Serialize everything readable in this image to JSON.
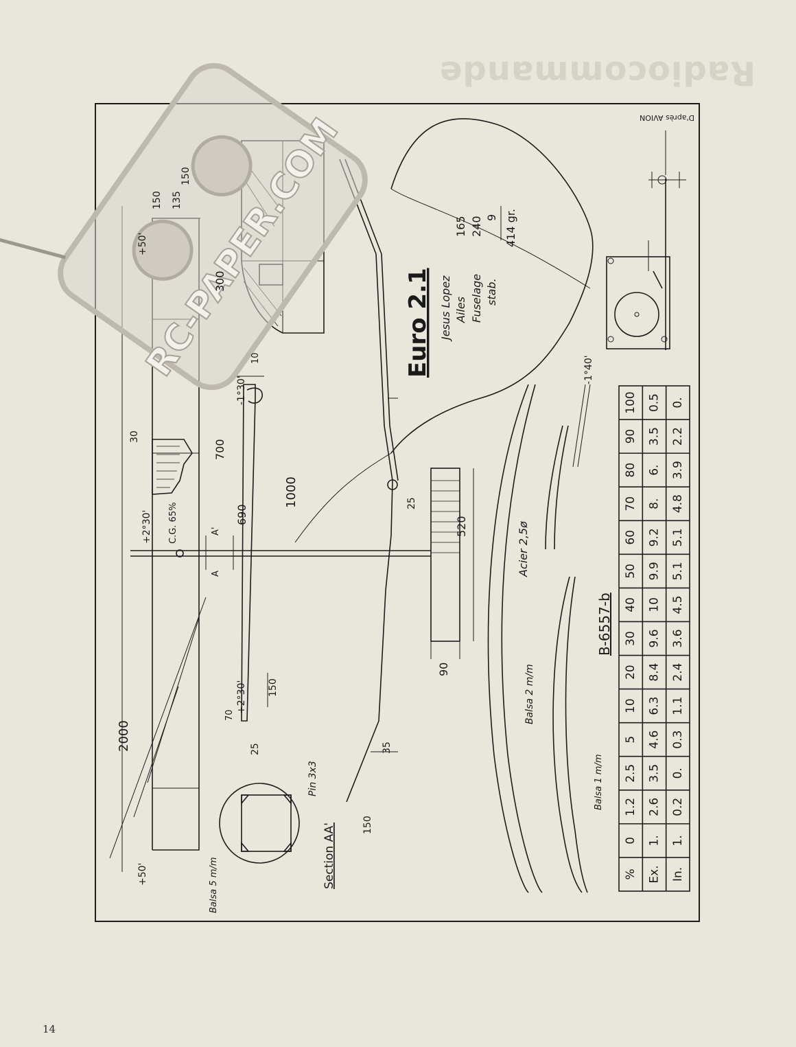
{
  "page": {
    "number": "14",
    "background": "#e9e6dc"
  },
  "header_bleed": "Radiocommande",
  "credit": "D'après AVION",
  "logo": {
    "text": "RC-PAPER.COM"
  },
  "title": {
    "name": "Euro 2.1",
    "designer": "Jesus Lopez"
  },
  "weights": [
    {
      "label": "Ailes",
      "value": "165"
    },
    {
      "label": "Fuselage",
      "value": "240"
    },
    {
      "label": "stab.",
      "value": "9"
    }
  ],
  "weight_total": "414 gr.",
  "dimensions": {
    "span": "2000",
    "tip_chord": "1000",
    "center_panel": "700",
    "panel_690": "690",
    "root_300": "300",
    "dim_150_a": "150",
    "dim_135": "135",
    "dim_150_b": "150",
    "dim_30": "30",
    "dim_10": "10",
    "dim_70": "70",
    "dim_25_a": "25",
    "dim_150_c": "150",
    "dim_25_b": "25",
    "dim_520": "520",
    "dim_90": "90",
    "dim_35": "35",
    "dim_150_d": "150"
  },
  "angles": {
    "plus_50_top": "+50'",
    "plus_50_bottom": "+50'",
    "plus_2_30_a": "+2°30'",
    "plus_2_30_b": "+2°30'",
    "minus_1_30": "-1°30'",
    "minus_1_40": "-1°40'"
  },
  "labels": {
    "cg": "C.G. 65%",
    "a": "A",
    "a_prime": "A'",
    "section": "Section AA'",
    "pin": "Pin 3x3",
    "balsa_5": "Balsa 5 m/m",
    "balsa_2": "Balsa 2 m/m",
    "balsa_1": "Balsa 1 m/m",
    "acier": "Acier 2,5ø",
    "airfoil": "B-6557-b"
  },
  "airfoil_table": {
    "headers": [
      "%",
      "0",
      "1.2",
      "2.5",
      "5",
      "10",
      "20",
      "30",
      "40",
      "50",
      "60",
      "70",
      "80",
      "90",
      "100"
    ],
    "rows": [
      [
        "Ex.",
        "1.",
        "2.6",
        "3.5",
        "4.6",
        "6.3",
        "8.4",
        "9.6",
        "10",
        "9.9",
        "9.2",
        "8.",
        "6.",
        "3.5",
        "0.5"
      ],
      [
        "In.",
        "1.",
        "0.2",
        "0.",
        "0.3",
        "1.1",
        "2.4",
        "3.6",
        "4.5",
        "5.1",
        "5.1",
        "4.8",
        "3.9",
        "2.2",
        "0."
      ]
    ]
  }
}
